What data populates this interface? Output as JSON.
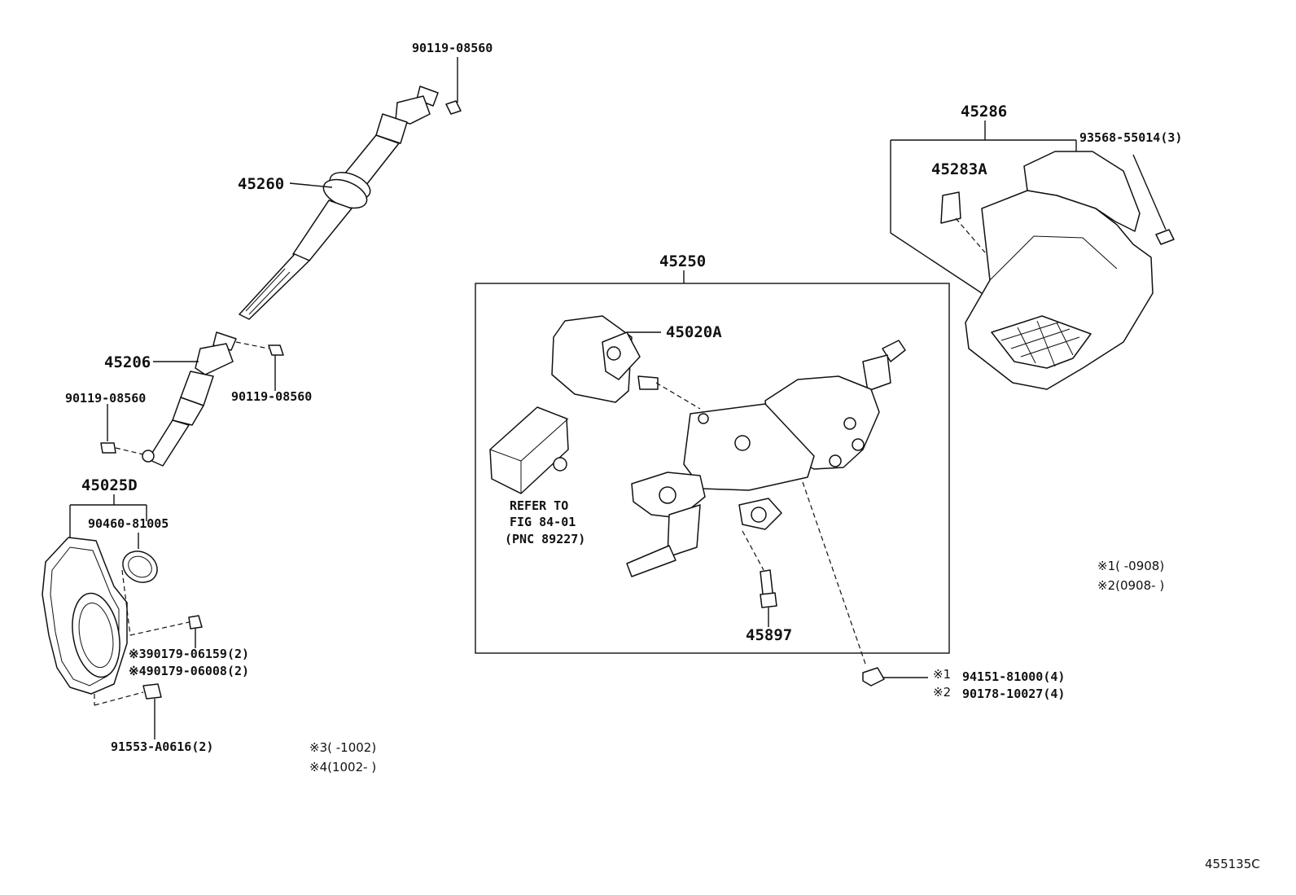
{
  "labels": {
    "bolt_top": "90119-08560",
    "shaft_main": "45260",
    "joint_lower": "45206",
    "bolt_left": "90119-08560",
    "bolt_right": "90119-08560",
    "cover_assy": "45025D",
    "seal": "90460-81005",
    "nut_a": "※390179-06159(2)",
    "nut_b": "※490179-06008(2)",
    "bolt_bottom": "91553-A0616(2)",
    "column_assy": "45250",
    "lock_part": "45020A",
    "refer_line1": "REFER TO",
    "refer_line2": "FIG 84-01",
    "refer_line3": "(PNC 89227)",
    "stud": "45897",
    "cover_set": "45286",
    "label_part": "45283A",
    "clip": "93568-55014(3)",
    "nut_c_mark": "※1",
    "nut_c": "94151-81000(4)",
    "nut_d_mark": "※2",
    "nut_d": "90178-10027(4)",
    "diagram_id": "455135C"
  },
  "notes": {
    "n1": "※1(    -0908)",
    "n2": "※2(0908-    )",
    "n3": "※3(    -1002)",
    "n4": "※4(1002-    )"
  }
}
